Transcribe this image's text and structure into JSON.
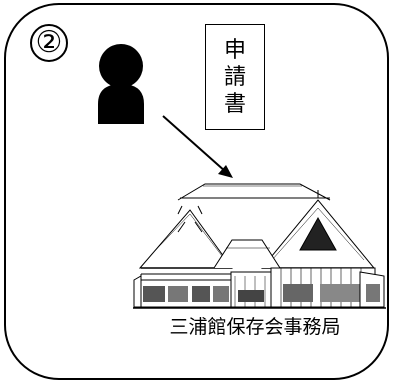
{
  "diagram": {
    "step_number": "②",
    "document_chars": [
      "申",
      "請",
      "書"
    ],
    "organization_label": "三浦館保存会事務局",
    "icons": {
      "person": "person-icon",
      "arrow": "arrow-icon",
      "building": "traditional-house-icon"
    }
  }
}
